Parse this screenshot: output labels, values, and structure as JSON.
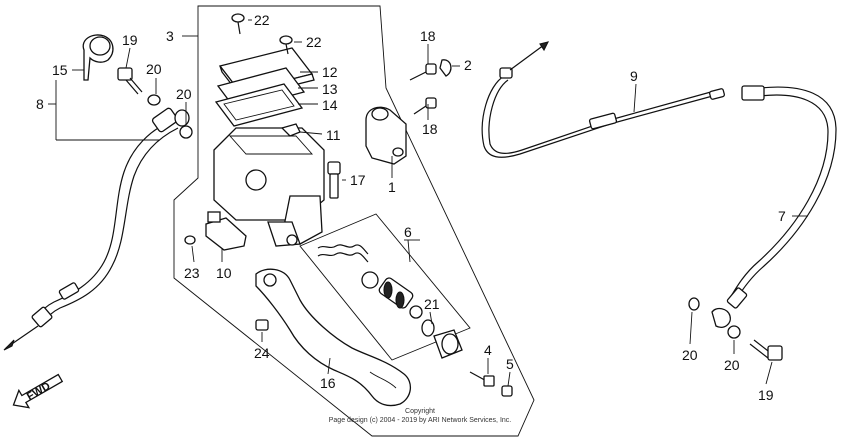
{
  "callouts": {
    "c1": "1",
    "c2": "2",
    "c3": "3",
    "c4": "4",
    "c5": "5",
    "c6": "6",
    "c7": "7",
    "c8": "8",
    "c9": "9",
    "c10": "10",
    "c11": "11",
    "c12": "12",
    "c13": "13",
    "c14": "14",
    "c15": "15",
    "c16": "16",
    "c17": "17",
    "c18a": "18",
    "c18b": "18",
    "c19a": "19",
    "c19b": "19",
    "c20a": "20",
    "c20b": "20",
    "c20c": "20",
    "c20d": "20",
    "c21": "21",
    "c22a": "22",
    "c22b": "22",
    "c23": "23",
    "c24": "24"
  },
  "direction_label": "FWD",
  "copyright_line1": "Copyright",
  "copyright_line2": "Page design (c) 2004 - 2019 by ARI Network Services, Inc."
}
